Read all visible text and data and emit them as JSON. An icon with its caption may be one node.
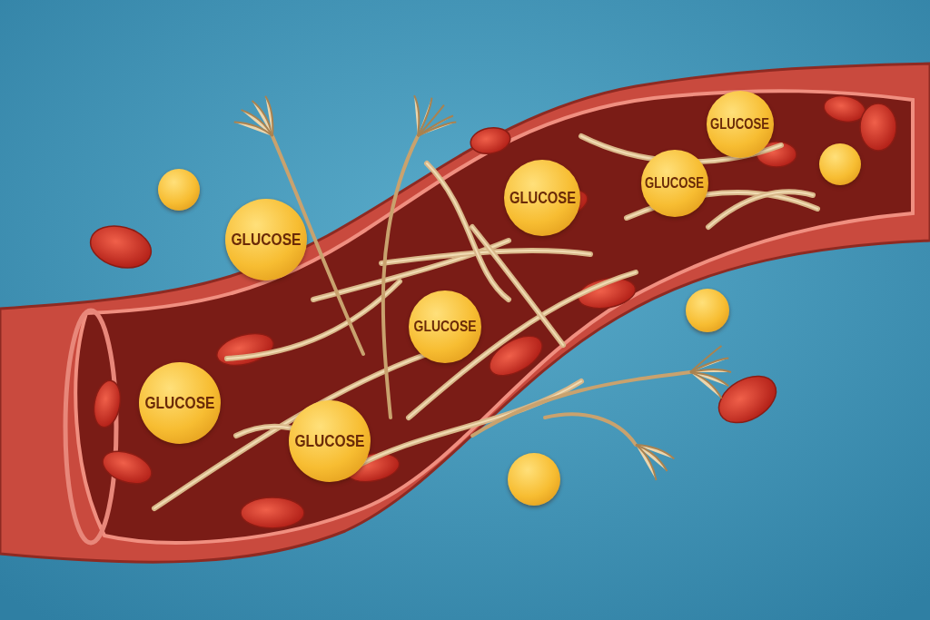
{
  "diagram": {
    "nodes": [
      {
        "text": [
          "GLUCOSE"
        ]
      },
      {
        "text": [
          "GLUCOSE"
        ]
      },
      {
        "text": [
          "GLUCOSE"
        ]
      },
      {
        "text": [
          "GLUCOSE"
        ]
      },
      {
        "text": [
          "GLUCOSE"
        ]
      },
      {
        "text": [
          "GLUCOSE"
        ]
      },
      {
        "text": [
          "GLUCOSE"
        ]
      },
      {
        "text": [],
        "shape": "circle"
      },
      {
        "text": [],
        "shape": "circle"
      },
      {
        "text": [],
        "shape": "circle"
      },
      {
        "text": [],
        "shape": "circle"
      }
    ]
  }
}
